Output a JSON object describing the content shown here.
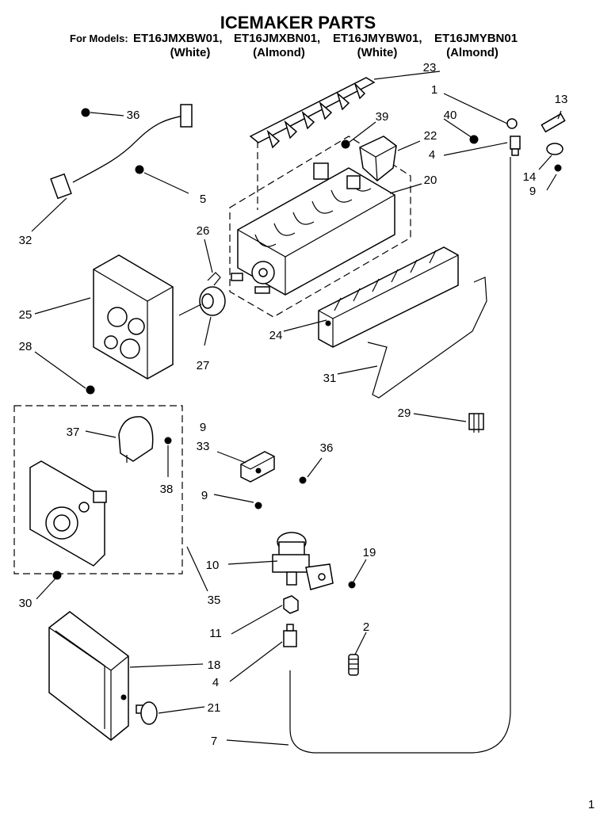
{
  "header": {
    "title": "ICEMAKER PARTS",
    "models_prefix": "For Models:",
    "models": [
      {
        "model": "ET16JMXBW01,",
        "color": "(White)"
      },
      {
        "model": "ET16JMXBN01,",
        "color": "(Almond)"
      },
      {
        "model": "ET16JMYBW01,",
        "color": "(White)"
      },
      {
        "model": "ET16JMYBN01",
        "color": "(Almond)"
      }
    ]
  },
  "callouts": [
    "1",
    "2",
    "4",
    "4",
    "5",
    "7",
    "9",
    "9",
    "9",
    "10",
    "11",
    "13",
    "14",
    "18",
    "19",
    "20",
    "21",
    "22",
    "23",
    "24",
    "25",
    "26",
    "27",
    "28",
    "29",
    "30",
    "31",
    "32",
    "33",
    "35",
    "36",
    "36",
    "37",
    "38",
    "39",
    "40"
  ],
  "footer_mark": "1"
}
